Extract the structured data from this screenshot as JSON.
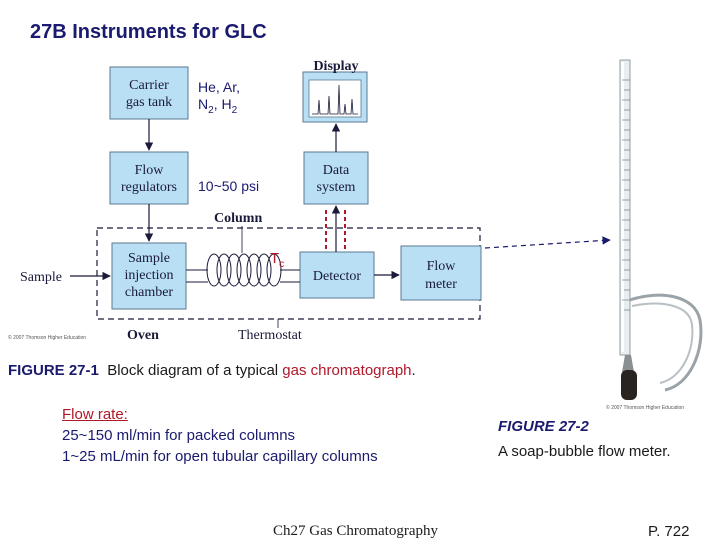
{
  "title": "27B Instruments for GLC",
  "diagram": {
    "boxes": {
      "carrier_gas_tank": [
        "Carrier",
        "gas tank"
      ],
      "flow_regulators": [
        "Flow",
        "regulators"
      ],
      "sample_injection": [
        "Sample",
        "injection",
        "chamber"
      ],
      "detector": "Detector",
      "data_system": [
        "Data",
        "system"
      ],
      "display": "Display",
      "flow_meter": [
        "Flow",
        "meter"
      ]
    },
    "labels": {
      "sample": "Sample",
      "column": "Column",
      "oven": "Oven",
      "thermostat": "Thermostat",
      "copyright": "© 2007 Thomson Higher Education"
    },
    "annotations": {
      "gases_line1": "He, Ar,",
      "gases_n": "N",
      "gases_n_sub": "2",
      "gases_sep": ", H",
      "gases_h_sub": "2",
      "pressure": "10~50 psi",
      "tc_main": "T",
      "tc_sub": "c"
    }
  },
  "figure1": {
    "number": "FIGURE 27-1",
    "text_before": "Block diagram of a typical ",
    "highlight": "gas chromatograph",
    "text_after": "."
  },
  "flow_rate": {
    "title": "Flow rate:",
    "line1": "25~150 ml/min for packed columns",
    "line2": "1~25 mL/min for open tubular capillary columns"
  },
  "figure2": {
    "number": "FIGURE 27-2",
    "caption": "A soap-bubble flow meter.",
    "copyright": "© 2007 Thomson Higher Education"
  },
  "footer": {
    "center": "Ch27 Gas Chromatography",
    "page": "P. 722"
  },
  "colors": {
    "box_fill": "#b9dff4",
    "arrow": "#1a1a3a",
    "annotation_red": "#b0182a",
    "title_blue": "#1a1a6e"
  }
}
